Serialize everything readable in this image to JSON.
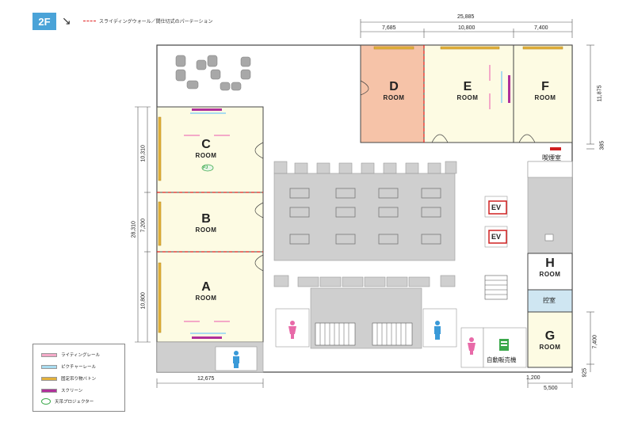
{
  "header": {
    "floor": "2F",
    "legend_line": "スライディングウォール／間仕切式のパーテーション"
  },
  "dimensions": {
    "top_total": "25,885",
    "top_d": "7,685",
    "top_e": "10,800",
    "top_f": "7,400",
    "right_top": "11,875",
    "right_small": "385",
    "left_total": "28,310",
    "left_c": "10,310",
    "left_b": "7,200",
    "left_a": "10,800",
    "bottom_left": "12,675",
    "bottom_mid": "1,200",
    "bottom_g": "5,500",
    "right_g": "7,400",
    "right_bottom": "925"
  },
  "rooms": {
    "a": {
      "letter": "A",
      "word": "ROOM"
    },
    "b": {
      "letter": "B",
      "word": "ROOM"
    },
    "c": {
      "letter": "C",
      "word": "ROOM"
    },
    "d": {
      "letter": "D",
      "word": "ROOM"
    },
    "e": {
      "letter": "E",
      "word": "ROOM"
    },
    "f": {
      "letter": "F",
      "word": "ROOM"
    },
    "g": {
      "letter": "G",
      "word": "ROOM"
    },
    "h": {
      "letter": "H",
      "word": "ROOM"
    }
  },
  "labels": {
    "smoking": "喫煙室",
    "ev1": "EV",
    "ev2": "EV",
    "waiting": "控室",
    "vending": "自動販売機",
    "projector_badge": "PJ"
  },
  "legend": {
    "items": [
      {
        "label": "ライティングレール",
        "color": "#f4a9c8"
      },
      {
        "label": "ピクチャーレール",
        "color": "#a8dcf0"
      },
      {
        "label": "固定吊り物バトン",
        "color": "#e3b23c"
      },
      {
        "label": "スクリーン",
        "color": "#b0309a"
      },
      {
        "label": "天吊プロジェクター",
        "color": "#3aa84a"
      }
    ]
  },
  "colors": {
    "room_fill": "#fdfbe3",
    "room_d_fill": "#f6c3a8",
    "core_gray": "#cfcfcf",
    "waiting_fill": "#cfe6f2"
  }
}
